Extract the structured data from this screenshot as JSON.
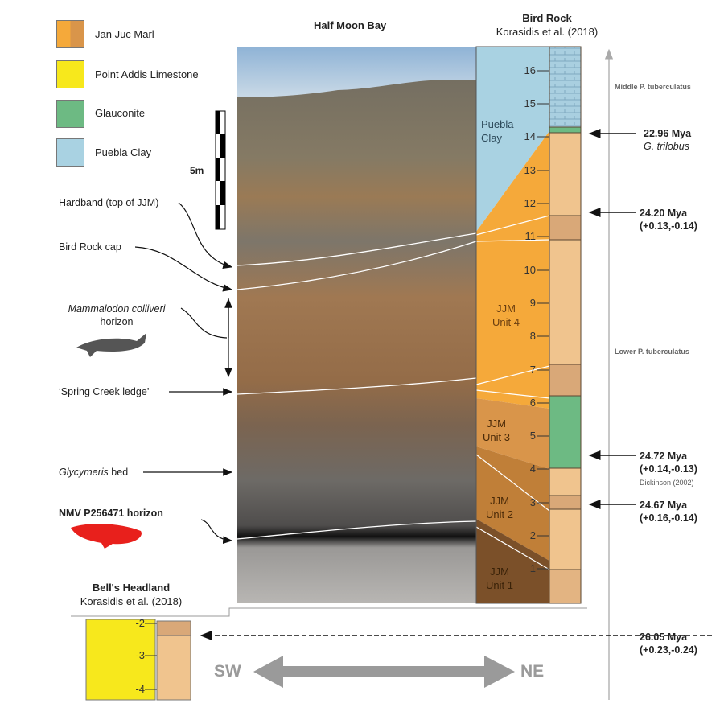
{
  "legend": [
    {
      "label": "Jan Juc Marl",
      "color": "#d9a35c"
    },
    {
      "label": "Point Addis Limestone",
      "color": "#f7e81c"
    },
    {
      "label": "Glauconite",
      "color": "#6dba83"
    },
    {
      "label": "Puebla Clay",
      "color": "#a9d2e2"
    }
  ],
  "titles": {
    "half_moon": "Half Moon Bay",
    "bird_rock": "Bird Rock",
    "bird_rock_ref": "Korasidis et al. (2018)",
    "bells": "Bell's Headland",
    "bells_ref": "Korasidis et al. (2018)"
  },
  "scale_label": "5m",
  "left_labels": {
    "hardband": "Hardband (top of JJM)",
    "bird_rock_cap": "Bird Rock cap",
    "mammalodon_italic": "Mammalodon colliveri",
    "mammalodon_rest": "horizon",
    "spring_creek": "‘Spring Creek ledge’",
    "glycymeris_italic": "Glycymeris",
    "glycymeris_rest": " bed",
    "nmv": "NMV P256471 horizon"
  },
  "units": {
    "puebla": [
      "Puebla",
      "Clay"
    ],
    "u4": [
      "JJM",
      "Unit 4"
    ],
    "u3": [
      "JJM",
      "Unit 3"
    ],
    "u2": [
      "JJM",
      "Unit 2"
    ],
    "u1": [
      "JJM",
      "Unit 1"
    ]
  },
  "bird_rock_ticks": [
    "16",
    "15",
    "14",
    "13",
    "12",
    "11",
    "10",
    "9",
    "8",
    "7",
    "6",
    "5",
    "4",
    "3",
    "2",
    "1"
  ],
  "bells_ticks": [
    "-2",
    "-3",
    "-4"
  ],
  "zones": {
    "middle": "Middle P. tuberculatus",
    "lower": "Lower P. tuberculatus"
  },
  "dates": [
    {
      "age": "22.96 Mya",
      "note": "G. trilobus"
    },
    {
      "age": "24.20 Mya",
      "note": "(+0.13,-0.14)"
    },
    {
      "age": "24.72 Mya",
      "note": "(+0.14,-0.13)",
      "ref": "Dickinson (2002)"
    },
    {
      "age": "24.67 Mya",
      "note": "(+0.16,-0.14)"
    },
    {
      "age": "26.05 Mya",
      "note": "(+0.23,-0.24)"
    }
  ],
  "direction": {
    "left": "SW",
    "right": "NE"
  }
}
